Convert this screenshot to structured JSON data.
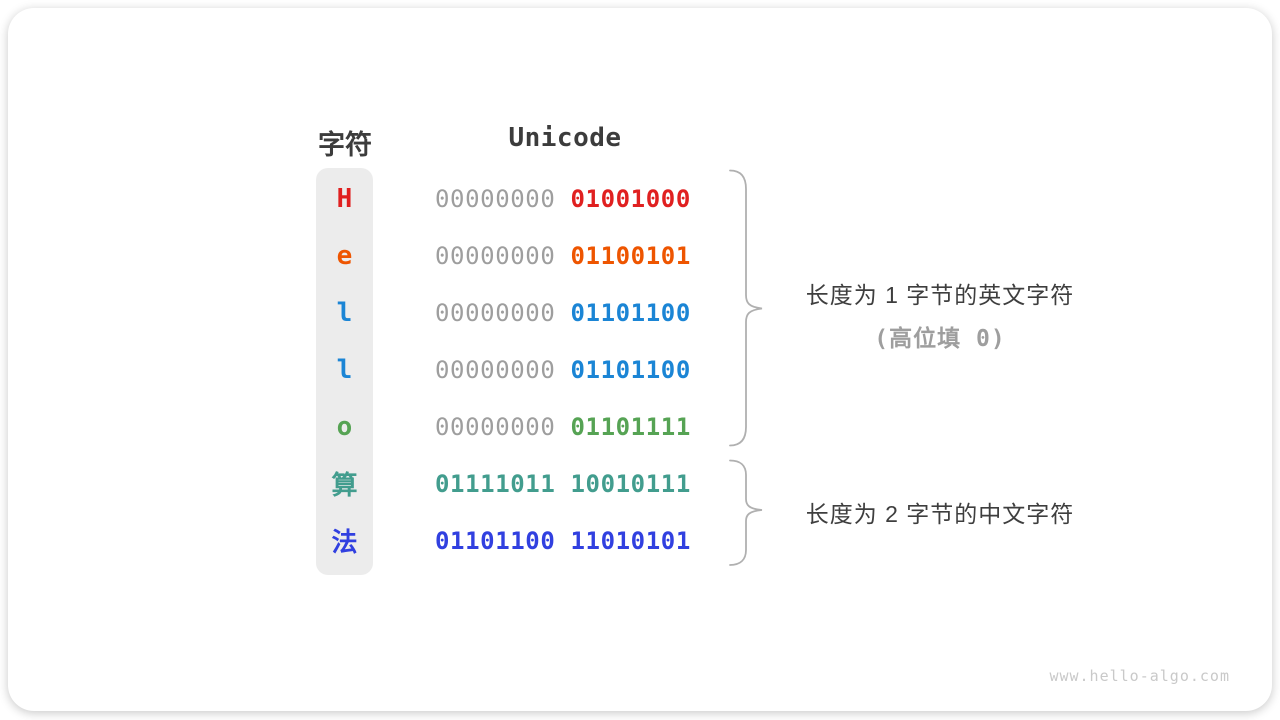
{
  "table": {
    "char_header": "字符",
    "unicode_header": "Unicode",
    "rows": [
      {
        "char": "H",
        "color": "#e02020",
        "byte1": "00000000",
        "byte1_color": "#9e9e9e",
        "byte1_bold": false,
        "byte2": "01001000"
      },
      {
        "char": "e",
        "color": "#ee5500",
        "byte1": "00000000",
        "byte1_color": "#9e9e9e",
        "byte1_bold": false,
        "byte2": "01100101"
      },
      {
        "char": "l",
        "color": "#1b85d5",
        "byte1": "00000000",
        "byte1_color": "#9e9e9e",
        "byte1_bold": false,
        "byte2": "01101100"
      },
      {
        "char": "l",
        "color": "#1b85d5",
        "byte1": "00000000",
        "byte1_color": "#9e9e9e",
        "byte1_bold": false,
        "byte2": "01101100"
      },
      {
        "char": "o",
        "color": "#56a354",
        "byte1": "00000000",
        "byte1_color": "#9e9e9e",
        "byte1_bold": false,
        "byte2": "01101111"
      },
      {
        "char": "算",
        "color": "#429d8e",
        "byte1": "01111011",
        "byte1_color": "#429d8e",
        "byte1_bold": true,
        "byte2": "10010111"
      },
      {
        "char": "法",
        "color": "#3140e0",
        "byte1": "01101100",
        "byte1_color": "#3140e0",
        "byte1_bold": true,
        "byte2": "11010101"
      }
    ]
  },
  "annotations": {
    "english": {
      "line1": "长度为 1 字节的英文字符",
      "line2": "(高位填 0)"
    },
    "chinese": {
      "line1": "长度为 2 字节的中文字符"
    }
  },
  "watermark": "www.hello-algo.com",
  "colors": {
    "col_bg": "#ececec",
    "header_text": "#3c3c3c",
    "zeros_gray": "#9e9e9e",
    "annotation_dark": "#3e3e3e",
    "annotation_muted": "#9e9e9e",
    "brace": "#b0b0b0",
    "watermark": "#c9c9c9"
  }
}
